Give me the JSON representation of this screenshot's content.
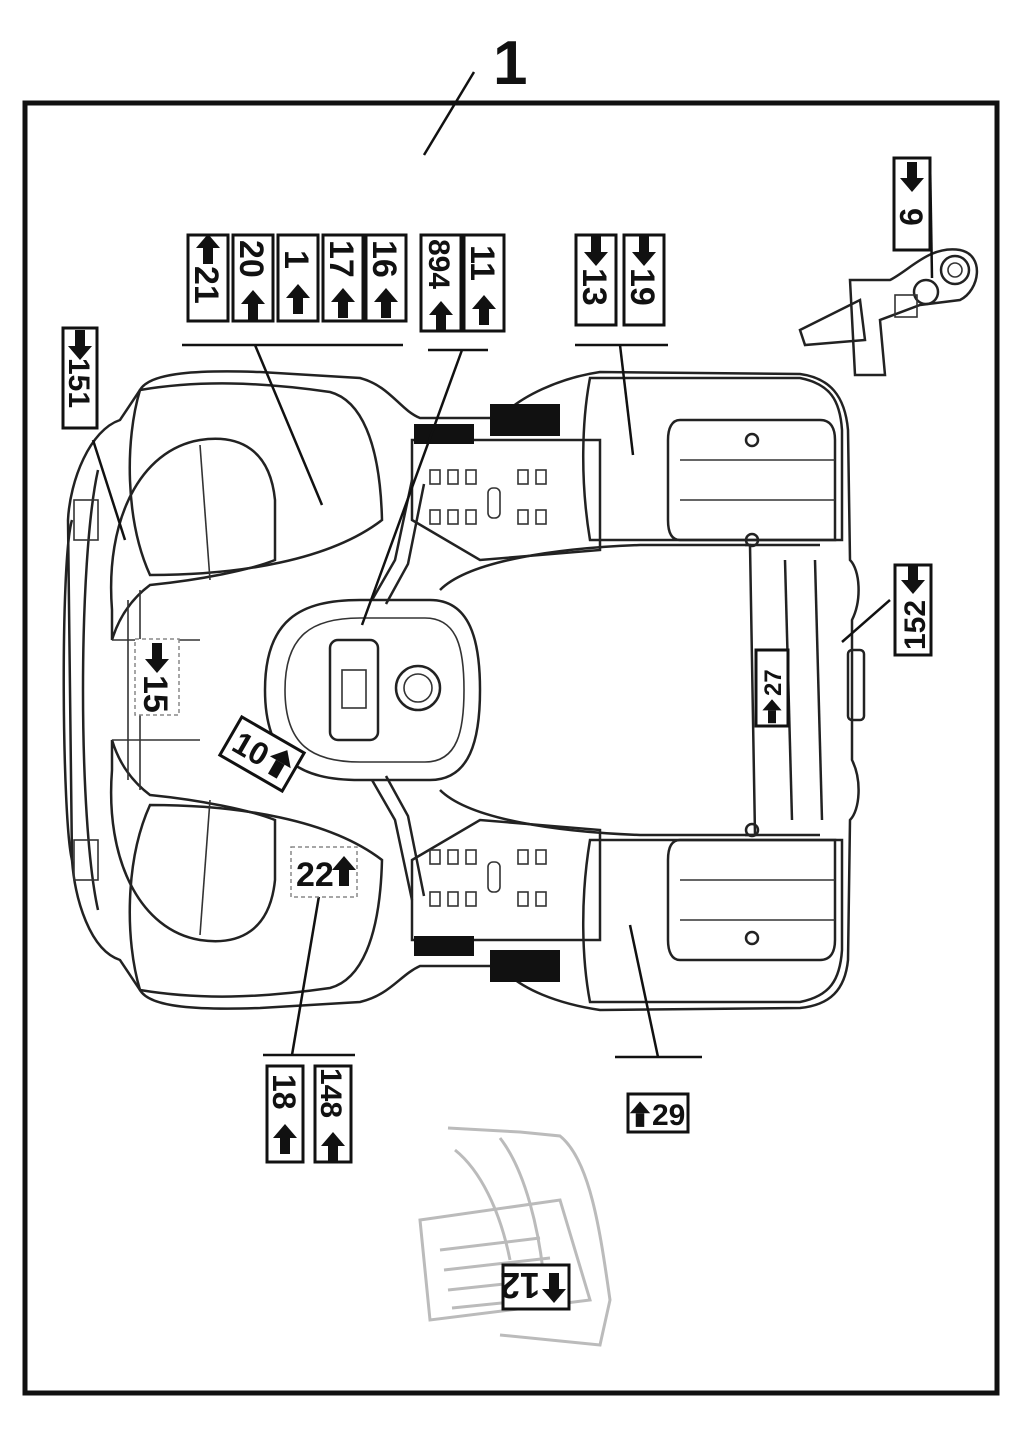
{
  "title_callout": "1",
  "labels": {
    "l21": "21",
    "l20": "20",
    "l1": "1",
    "l17": "17",
    "l16": "16",
    "l894": "894",
    "l11": "11",
    "l13": "13",
    "l19": "19",
    "l9": "9",
    "l151": "151",
    "l152": "152",
    "l15": "15",
    "l10": "10",
    "l27": "27",
    "l22": "22",
    "l18": "18",
    "l148": "148",
    "l29": "29",
    "l12": "12"
  }
}
